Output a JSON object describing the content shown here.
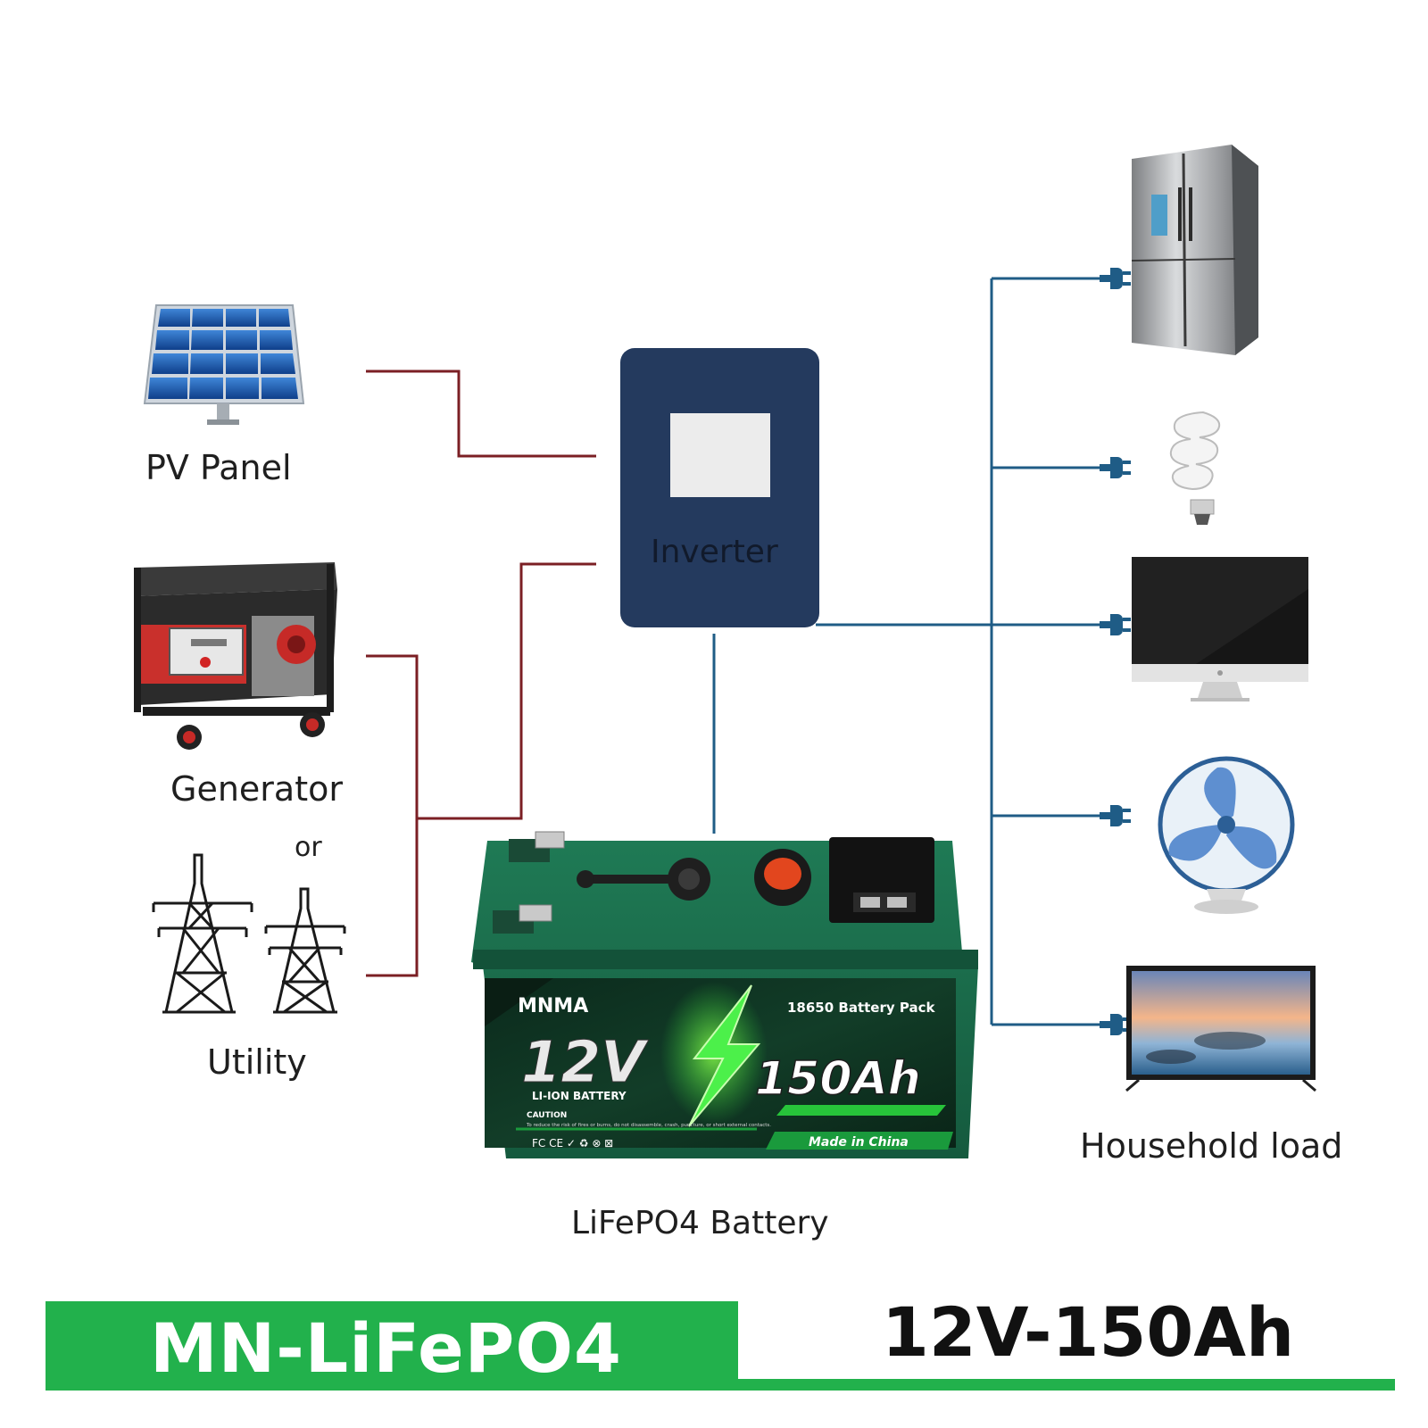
{
  "labels": {
    "pv_panel": "PV Panel",
    "generator": "Generator",
    "or": "or",
    "utility": "Utility",
    "inverter": "Inverter",
    "battery": "LiFePO4 Battery",
    "household_load": "Household load"
  },
  "battery_label": {
    "brand": "MNMA",
    "pack": "18650 Battery Pack",
    "voltage": "12V",
    "type": "LI-ION BATTERY",
    "capacity": "150Ah",
    "caution": "CAUTION",
    "warning": "To reduce the risk of fires or burns, do not disassemble, crash, puncture, or short external contacts.",
    "made_in": "Made in China",
    "cert_marks": "FC CE ✓ ♻ ⊗ ⊠"
  },
  "footer": {
    "model": "MN-LiFePO4",
    "spec": "12V-150Ah"
  },
  "icons": {
    "sources": [
      "solar-panel-icon",
      "generator-icon",
      "power-tower-icon"
    ],
    "loads": [
      "refrigerator-icon",
      "light-bulb-icon",
      "monitor-icon",
      "desk-fan-icon",
      "television-icon"
    ],
    "plug": "plug-icon"
  },
  "colors": {
    "ac_input_wire": "#7b1f24",
    "dc_output_wire": "#1f5c86",
    "inverter_body": "#243a5e",
    "battery_case": "#1a6b4a",
    "accent_green": "#22b14c"
  }
}
